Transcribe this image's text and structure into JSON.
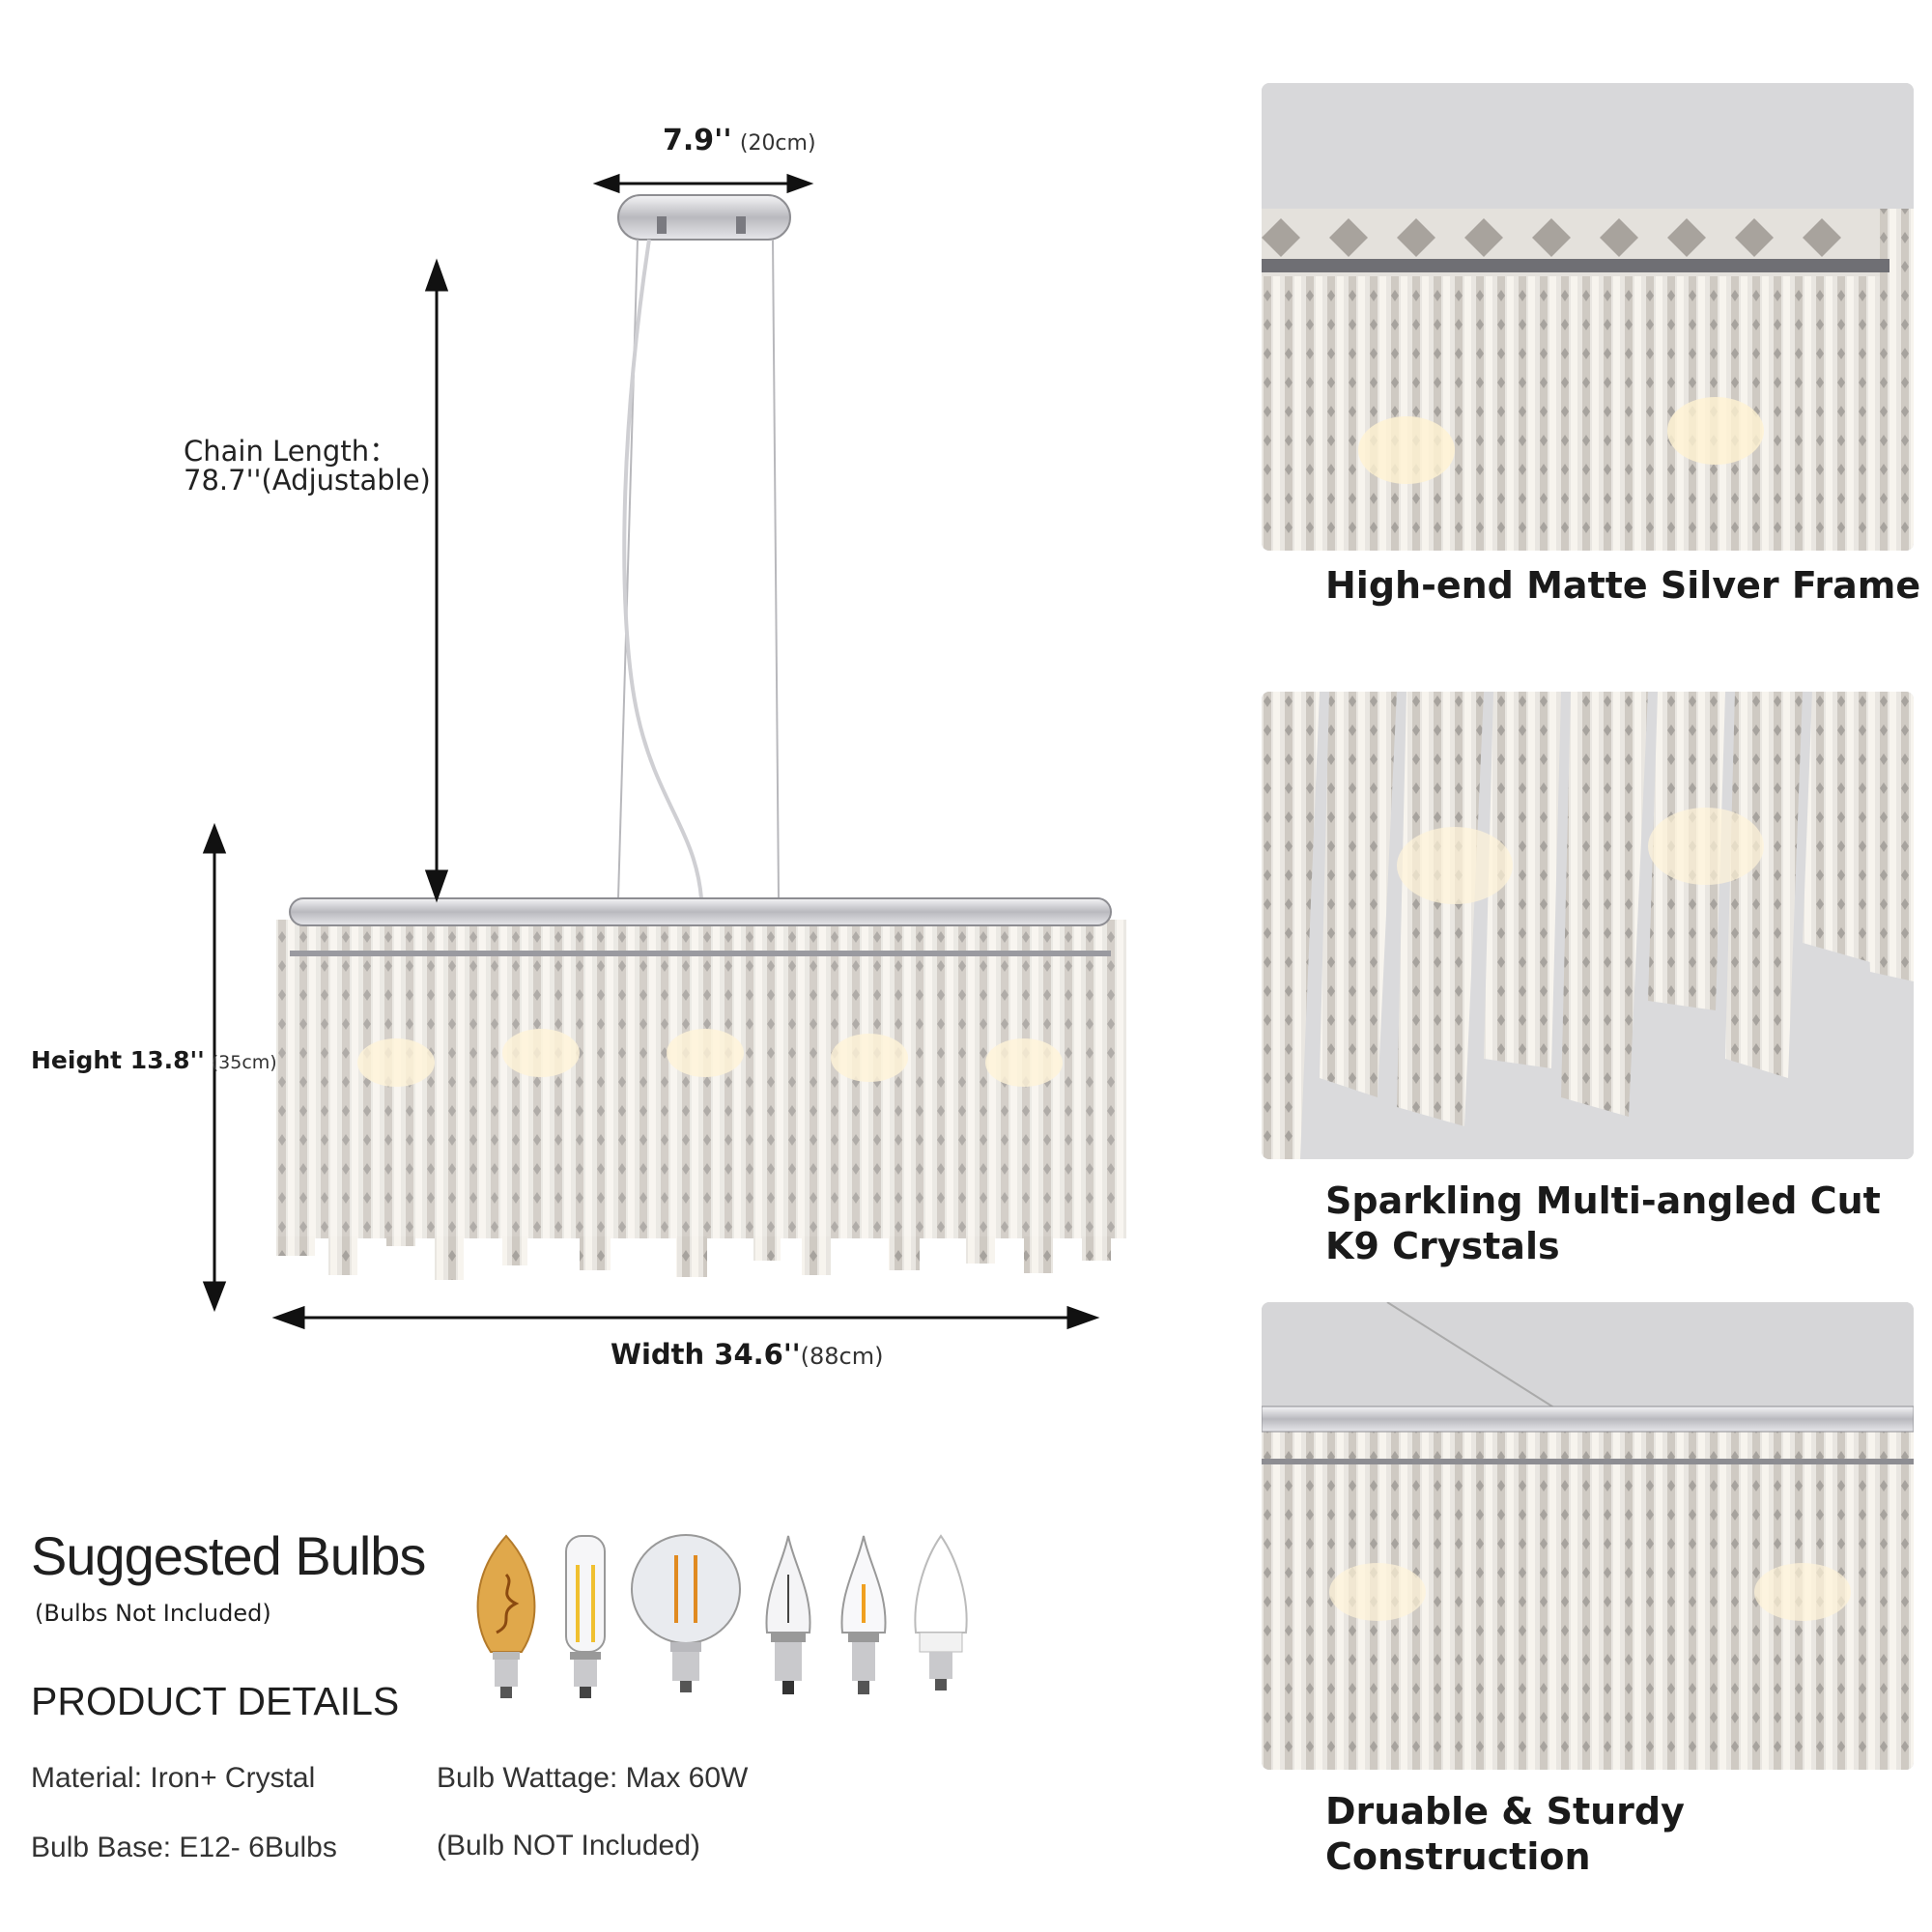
{
  "dimensions": {
    "canopy_width": "7.9''",
    "canopy_width_cm": "(20cm)",
    "chain_label": "Chain Length：",
    "chain_value": "78.7''(Adjustable)",
    "height": "Height 13.8''",
    "height_cm": "(35cm)",
    "width": "Width 34.6''",
    "width_cm": "(88cm)"
  },
  "features": [
    {
      "caption": "High-end Matte Silver Frame"
    },
    {
      "caption": "Sparkling Multi-angled Cut",
      "caption_line2": "K9 Crystals"
    },
    {
      "caption": "Druable & Sturdy Construction"
    }
  ],
  "bulbs": {
    "title": "Suggested Bulbs",
    "subtitle": "(Bulbs Not Included)",
    "types": [
      "vintage-spiral-bulb-icon",
      "tubular-led-bulb-icon",
      "globe-led-bulb-icon",
      "flame-tip-bulb-icon",
      "candle-led-bulb-icon",
      "frosted-candle-bulb-icon"
    ]
  },
  "details": {
    "title": "PRODUCT DETAILS",
    "material": "Material: Iron+ Crystal",
    "wattage": "Bulb Wattage: Max 60W",
    "base": "Bulb Base: E12- 6Bulbs",
    "note": "(Bulb NOT Included)"
  },
  "colors": {
    "text": "#1a1a1a",
    "panel_bg": "#d9d9d9",
    "chrome": "#c8c8cc"
  }
}
